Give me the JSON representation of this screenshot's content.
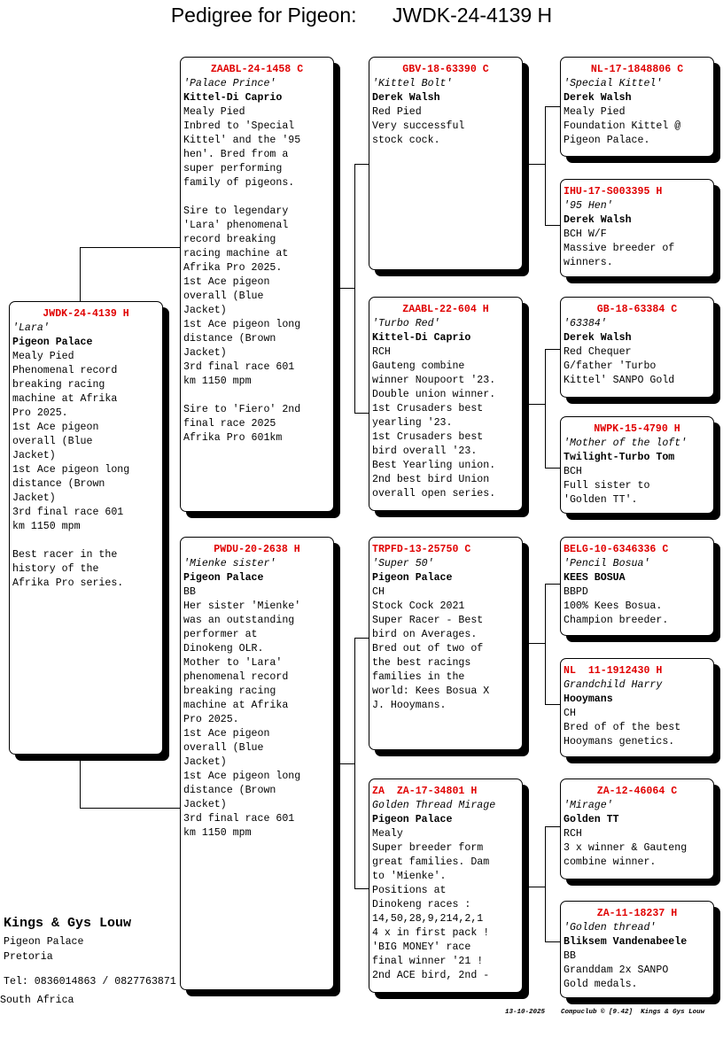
{
  "title": {
    "label": "Pedigree for Pigeon:",
    "pigeon_id": "JWDK-24-4139 H"
  },
  "pigeons": [
    {
      "id": "JWDK-24-4139 H",
      "name": "'Lara'",
      "breeder": "Pigeon Palace",
      "lines": [
        "Mealy Pied",
        "Phenomenal record",
        "breaking racing",
        "machine at Afrika",
        "Pro 2025.",
        "1st Ace pigeon",
        "overall (Blue",
        "Jacket)",
        "1st Ace pigeon long",
        "distance (Brown",
        "Jacket)",
        "3rd final race 601",
        "km 1150 mpm",
        "",
        "Best racer in the",
        "history of the",
        "Afrika Pro series."
      ]
    },
    {
      "id": "ZAABL-24-1458 C",
      "name": "'Palace Prince'",
      "breeder": "Kittel-Di Caprio",
      "lines": [
        "Mealy Pied",
        "Inbred to 'Special",
        "Kittel' and the '95",
        "hen'. Bred from a",
        "super performing",
        "family of pigeons.",
        "",
        "Sire to legendary",
        "'Lara' phenomenal",
        "record breaking",
        "racing machine at",
        "Afrika Pro 2025.",
        "1st Ace pigeon",
        "overall (Blue",
        "Jacket)",
        "1st Ace pigeon long",
        "distance (Brown",
        "Jacket)",
        "3rd final race 601",
        "km 1150 mpm",
        "",
        "Sire to 'Fiero' 2nd",
        "final race 2025",
        "Afrika Pro 601km"
      ]
    },
    {
      "id": "PWDU-20-2638 H",
      "name": "'Mienke sister'",
      "breeder": "Pigeon Palace",
      "lines": [
        "BB",
        "Her sister 'Mienke'",
        "was an outstanding",
        "performer at",
        "Dinokeng OLR.",
        "Mother to 'Lara'",
        "phenomenal record",
        "breaking racing",
        "machine at Afrika",
        "Pro 2025.",
        "1st Ace pigeon",
        "overall (Blue",
        "Jacket)",
        "1st Ace pigeon long",
        "distance (Brown",
        "Jacket)",
        "3rd final race 601",
        "km 1150 mpm"
      ]
    },
    {
      "id": "GBV-18-63390 C",
      "name": "'Kittel Bolt'",
      "breeder": "Derek Walsh",
      "lines": [
        "Red Pied",
        "Very successful",
        "stock cock."
      ]
    },
    {
      "id": "ZAABL-22-604 H",
      "name": "'Turbo Red'",
      "breeder": "Kittel-Di Caprio",
      "lines": [
        "RCH",
        "Gauteng combine",
        "winner Noupoort '23.",
        "Double union winner.",
        "1st Crusaders best",
        "yearling '23.",
        "1st Crusaders best",
        "bird overall '23.",
        "Best Yearling union.",
        "2nd best bird Union",
        "overall open series."
      ]
    },
    {
      "id": "TRPFD-13-25750 C",
      "name": "'Super 50'",
      "breeder": "Pigeon Palace",
      "lines": [
        "CH",
        "Stock Cock 2021",
        "Super Racer - Best",
        "bird on Averages.",
        "Bred out of two of",
        "the best racings",
        "families in the",
        "world: Kees Bosua X",
        "J. Hooymans."
      ]
    },
    {
      "id": "ZA  ZA-17-34801 H",
      "name": "Golden Thread Mirage",
      "breeder": "Pigeon Palace",
      "lines": [
        "Mealy",
        "Super breeder form",
        "great families. Dam",
        "to 'Mienke'.",
        "Positions at",
        "Dinokeng races :",
        "14,50,28,9,214,2,1",
        "4 x in first pack !",
        "'BIG MONEY' race",
        "final winner '21 !",
        "2nd ACE bird, 2nd -"
      ]
    },
    {
      "id": "NL-17-1848806 C",
      "name": "'Special Kittel'",
      "breeder": "Derek Walsh",
      "lines": [
        "Mealy Pied",
        "Foundation Kittel @",
        "Pigeon Palace."
      ]
    },
    {
      "id": "IHU-17-S003395 H",
      "name": "'95 Hen'",
      "breeder": "Derek Walsh",
      "lines": [
        "BCH W/F",
        "Massive breeder of",
        "winners."
      ]
    },
    {
      "id": "GB-18-63384 C",
      "name": "'63384'",
      "breeder": "Derek Walsh",
      "lines": [
        "Red Chequer",
        "G/father 'Turbo",
        "Kittel' SANPO Gold"
      ]
    },
    {
      "id": "NWPK-15-4790 H",
      "name": "'Mother of the loft'",
      "breeder": "Twilight-Turbo Tom",
      "lines": [
        "BCH",
        "Full sister to",
        "'Golden TT'."
      ]
    },
    {
      "id": "BELG-10-6346336 C",
      "name": "'Pencil Bosua'",
      "breeder": "KEES BOSUA",
      "lines": [
        "BBPD",
        "100% Kees Bosua.",
        "Champion breeder."
      ]
    },
    {
      "id": "NL  11-1912430 H",
      "name": "Grandchild Harry",
      "breeder": "Hooymans",
      "lines": [
        "CH",
        "Bred of of the best",
        "Hooymans genetics."
      ]
    },
    {
      "id": "ZA-12-46064 C",
      "name": "'Mirage'",
      "breeder": "Golden TT",
      "lines": [
        "RCH",
        "3 x winner & Gauteng",
        "combine winner."
      ]
    },
    {
      "id": "ZA-11-18237 H",
      "name": "'Golden thread'",
      "breeder": "Bliksem Vandenabeele",
      "lines": [
        "BB",
        "Granddam 2x SANPO",
        "Gold medals."
      ]
    }
  ],
  "owner": {
    "name": "Kings & Gys Louw",
    "loft": "Pigeon Palace",
    "city": "Pretoria",
    "tel": "Tel: 0836014863 / 0827763871",
    "country": "South Africa"
  },
  "footer": {
    "date": "13-10-2025",
    "software": "Compuclub © [9.42]",
    "owner": "Kings & Gys Louw"
  },
  "colors": {
    "ring_id": "#e00000"
  }
}
